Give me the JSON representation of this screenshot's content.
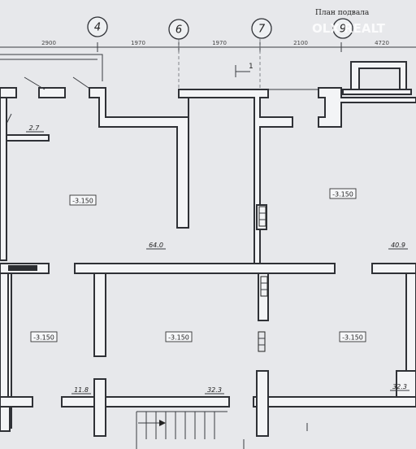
{
  "title": "План подвала",
  "watermark": "OLX REALT",
  "section_mark": "1",
  "axes": [
    "4",
    "6",
    "7",
    "9"
  ],
  "dimensions": [
    "2900",
    "1970",
    "1970",
    "2100",
    "4720"
  ],
  "levels": {
    "room_top_left": "-3.150",
    "room_top_right": "-3.150",
    "room_bottom_left": "-3.150",
    "room_bottom_center": "-3.150",
    "room_bottom_right": "-3.150"
  },
  "areas": {
    "top_left_small": "2.7",
    "center": "64.0",
    "right": "40.9",
    "bottom_left_small": "11.8",
    "bottom_center": "32.3",
    "bottom_right": "32.3"
  }
}
